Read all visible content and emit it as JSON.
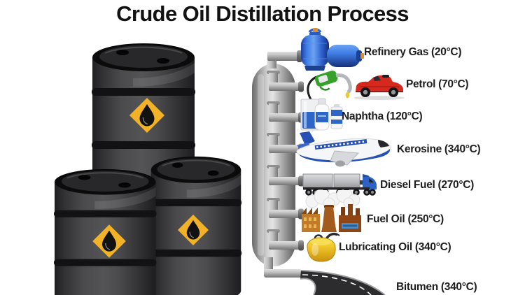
{
  "title": "Crude Oil Distillation Process",
  "products": [
    {
      "name": "Refinery Gas",
      "temperature": "20°C",
      "label": "Refinery Gas (20°C)",
      "icon": "gas-cylinders-icon"
    },
    {
      "name": "Petrol",
      "temperature": "70°C",
      "label": "Petrol (70°C)",
      "icon": "fuel-nozzle-and-car-icon"
    },
    {
      "name": "Naphtha",
      "temperature": "120°C",
      "label": "Naphtha (120°C)",
      "icon": "naphtha-containers-icon"
    },
    {
      "name": "Kerosine",
      "temperature": "340°C",
      "label": "Kerosine (340°C)",
      "icon": "airplane-icon"
    },
    {
      "name": "Diesel Fuel",
      "temperature": "270°C",
      "label": "Diesel Fuel (270°C)",
      "icon": "truck-icon"
    },
    {
      "name": "Fuel Oil",
      "temperature": "250°C",
      "label": "Fuel Oil (250°C)",
      "icon": "factory-icon"
    },
    {
      "name": "Lubricating Oil",
      "temperature": "340°C",
      "label": "Lubricating Oil (340°C)",
      "icon": "oil-can-icon"
    },
    {
      "name": "Bitumen",
      "temperature": "340°C",
      "label": "Bitumen (340°C)",
      "icon": "road-icon"
    }
  ],
  "illustrations": {
    "barrels_count": 3,
    "column": "distillation-column-with-7-side-outlets-and-bottom-outlet"
  },
  "colors": {
    "title_text": "#121212",
    "label_text": "#1d1d1f",
    "barrel_body": "#4a4a4c",
    "barrel_band": "#121214",
    "hazard_yellow": "#f1b227",
    "column_metal": "#c9c9c9",
    "gas_tank_blue": "#3e7ce4",
    "petrol_green": "#35a02a",
    "car_red": "#d6281c",
    "naphtha_blue": "#2e66c8",
    "plane_blue": "#2750b4",
    "truck_cab_blue": "#2b62c4",
    "factory_brown": "#904515",
    "oil_can_yellow": "#efc428",
    "road_black": "#2c2c2e"
  }
}
